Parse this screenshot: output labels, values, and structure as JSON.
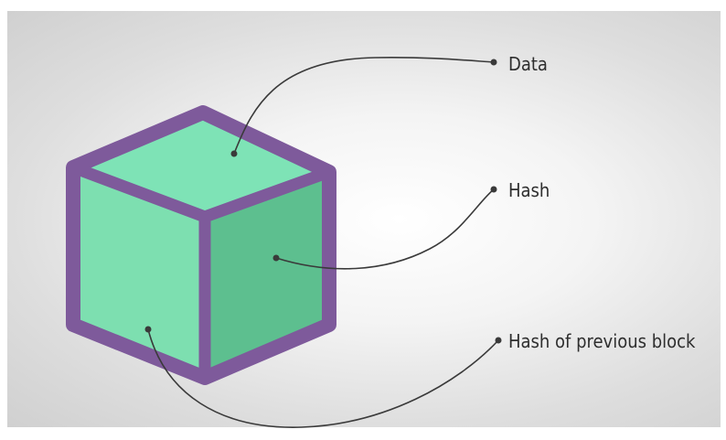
{
  "diagram": {
    "labels": {
      "data": "Data",
      "hash": "Hash",
      "prev_hash": "Hash of previous block"
    },
    "colors": {
      "background": "#e6e6e6",
      "cube_outline": "#7e5a9b",
      "cube_top": "#7ee3b6",
      "cube_left": "#7ddfb0",
      "cube_right": "#5dbf8f",
      "connector": "#3a3a3a",
      "text": "#2e2e2e"
    }
  }
}
